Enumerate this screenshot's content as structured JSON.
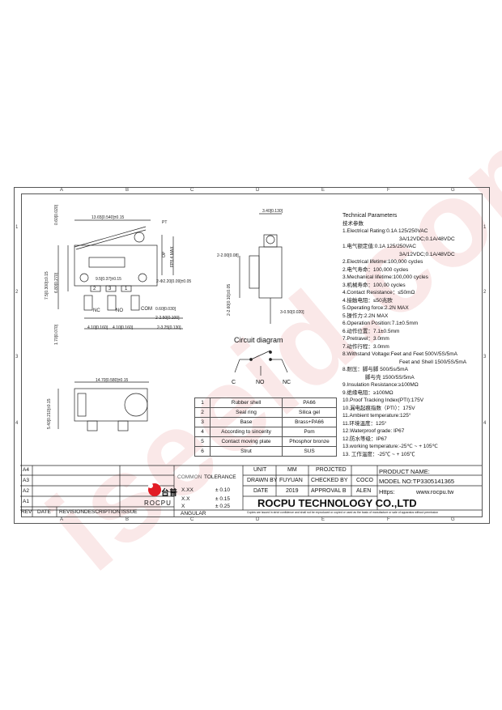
{
  "zones_top": [
    "A",
    "B",
    "C",
    "D",
    "E",
    "F",
    "G"
  ],
  "zones_side": [
    "1",
    "2",
    "3",
    "4"
  ],
  "dims": {
    "d1": "13.65[0.540]±0.15",
    "d2": "0.60[0.020]",
    "d3": "7.5[0.300]±0.15",
    "d4": "6.80[0.270]",
    "d5": "PT",
    "d6": "OP",
    "d7": "FP8.4 MAX",
    "d8": "9.5[0.37]±0.15",
    "d9": "2-Φ2.20[0.09]±0.05",
    "d10": "0.60[0.030]",
    "d11": "1.70[0.070]",
    "d12": "4.10[0.160]",
    "d13": "4.10[0.160]",
    "d14": "2-2.50[0.100]",
    "d15": "2-3.25[0.130]",
    "d16": "3.40[0.130]",
    "d17": "2-2.00[0.08]",
    "d18": "2-2.60[0.10]±0.05",
    "d19": "3-0.50[0.020]",
    "d20": "14.70[0.580]±0.15",
    "d21": "5.40[0.210]±0.15"
  },
  "pins": {
    "p2": "2",
    "p3": "3",
    "p1": "1",
    "nc": "NC",
    "no": "NO",
    "com": "COM"
  },
  "tech": [
    "Technical Parameters",
    "技术参数",
    "1.Electrical Rating:0.1A 125/250VAC",
    "3A/12VDC;0.1A/48VDC",
    "1.电气额定值:0.1A 125/250VAC",
    "3A/12VDC;0.1A/48VDC",
    "2.Electrical lifetime:100,000 cycles",
    "2.电气寿命：100,000 cycles",
    "3.Mechanical lifetime:100,000 cycles",
    "3.机械寿命：100,00 cycles",
    "4.Contact Resistance：≤50mΩ",
    "4.接触电阻：≤50兆欧",
    "5.Operating force:2.2N MAX",
    "5.操作力:2.2N MAX",
    "6.Operation Position:7.1±0.5mm",
    "6.动作位置：7.1±0.5mm",
    "7.Pretravel：3.0mm",
    "7.动作行程：3.0mm",
    "8.Withstand Voltage:Feet and Feet 500V/5S/5mA",
    "Feet and Shell 1500/5S/5mA",
    "8.耐压：脚与脚 500/5s/5mA",
    "脚与壳 1500/5S/5mA",
    "9.Insulation Resistance:≥100MΩ",
    "9.绝缘电阻：≥100MΩ",
    "10.Proof Tracking Index(PTI):175V",
    "10.漏电起痕指数（PTI）：175V",
    "11.Ambient temperature:125°",
    "11.环境温度：125°",
    "12.Waterproof grade: IP67",
    "12.防水等级：IP67",
    "13.working temperature:-25℃ ~ + 105℃",
    "13. 工作温度：-25℃ ~ + 105℃"
  ],
  "circuit": {
    "title": "Circuit diagram",
    "c": "C",
    "no": "NO",
    "nc": "NC"
  },
  "materials": [
    [
      "1",
      "Rubber shell",
      "PA66"
    ],
    [
      "2",
      "Seal ring",
      "Silica gel"
    ],
    [
      "3",
      "Base",
      "Brass+PA66"
    ],
    [
      "4",
      "According to sincerity",
      "Pom"
    ],
    [
      "5",
      "Contact moving plate",
      "Phosphor bronze"
    ],
    [
      "6",
      "Strut",
      "SUS"
    ]
  ],
  "rev": {
    "rows": [
      "A4",
      "A3",
      "A2",
      "A1"
    ],
    "rev": "REV",
    "date": "DATE",
    "revision": "REVISION",
    "description": "DESCRIPTION",
    "issue": "ISSUE"
  },
  "logo": {
    "cn": "台普",
    "en": "ROCPU"
  },
  "tolerance": {
    "common": "COMMON",
    "tol": "TOLERANCE",
    "r1a": "X.XX",
    "r1b": "± 0.10",
    "r2a": "X.X",
    "r2b": "± 0.15",
    "r3a": "X",
    "r3b": "± 0.25",
    "angular": "ANGULAR"
  },
  "title_block": {
    "unit": "UNIT",
    "mm": "MM",
    "projcted": "PROJCTED",
    "coco": "COCO",
    "drawn": "DRAWN BY",
    "fuyuan": "FUYUAN",
    "checked": "CHECKED BY",
    "alen": "ALEN",
    "date": "DATE",
    "year": "2019",
    "approval": "APPROVAL B",
    "product_name": "PRODUCT NAME:",
    "model": "MODEL NO:TP3305141365",
    "https": "Https:",
    "url": "www.rocpu.tw",
    "company": "ROCPU TECHNOLOGY CO.,LTD",
    "notice": "Copies are issued in strict confidence and shall not be reproduced or copied or used as the basis of manufacture or sale of apparatus without permission"
  },
  "watermark": "iseeid.com"
}
